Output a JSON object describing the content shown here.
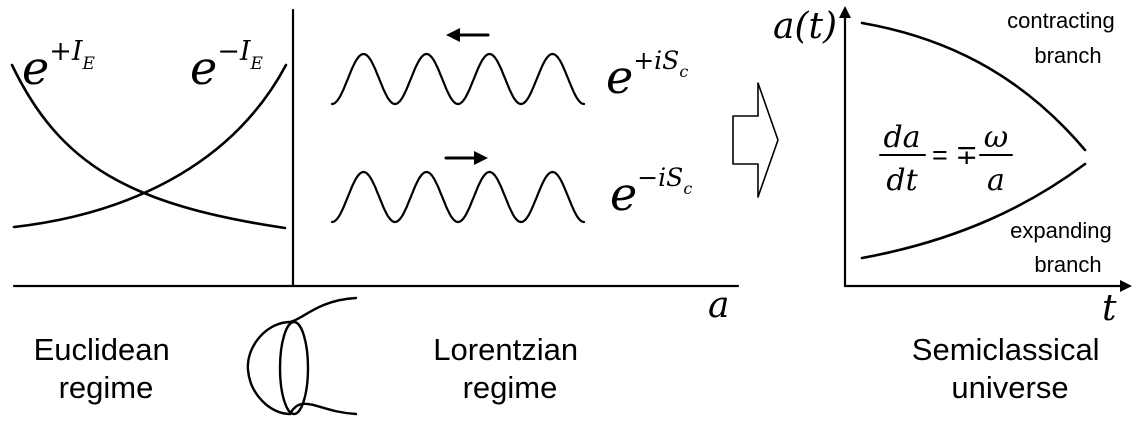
{
  "left_panel": {
    "exp_plus_base": "e",
    "exp_plus_sup": "+I",
    "exp_plus_sub": "E",
    "exp_minus_base": "e",
    "exp_minus_sup": "−I",
    "exp_minus_sub": "E",
    "axis_label": "a",
    "euclidean_line1": "Euclidean",
    "euclidean_line2": "regime",
    "lorentzian_line1": "Lorentzian",
    "lorentzian_line2": "regime"
  },
  "waves": {
    "upper_base": "e",
    "upper_sup": "+iS",
    "upper_sub": "c",
    "lower_base": "e",
    "lower_sup": "−iS",
    "lower_sub": "c"
  },
  "right_panel": {
    "y_axis_label": "a(t)",
    "x_axis_label": "t",
    "contracting_line1": "contracting",
    "contracting_line2": "branch",
    "expanding_line1": "expanding",
    "expanding_line2": "branch",
    "eq_lhs_num": "da",
    "eq_lhs_den": "dt",
    "eq_sign": "= ∓",
    "eq_rhs_num": "ω",
    "eq_rhs_den": "a",
    "title_line1": "Semiclassical",
    "title_line2": "universe"
  }
}
